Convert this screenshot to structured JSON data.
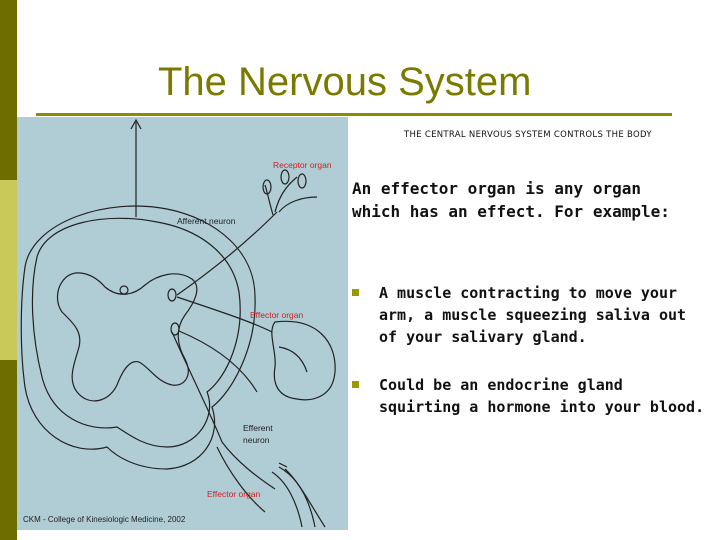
{
  "slide": {
    "title": "The Nervous System",
    "subtitle": "THE CENTRAL NERVOUS SYSTEM CONTROLS THE BODY",
    "intro": "An effector organ is any organ which has an effect. For example:",
    "bullets": [
      "A muscle contracting to move your arm, a muscle squeezing saliva out of your salivary gland.",
      "Could be an endocrine gland squirting a hormone into your blood."
    ],
    "bullet_icon": "square-bullet-icon"
  },
  "figure": {
    "labels": {
      "receptor_organ": "Receptor organ",
      "afferent_neuron": "Afferent neuron",
      "effector_organ_1": "Effector organ",
      "efferent_neuron_line1": "Efferent",
      "efferent_neuron_line2": "neuron",
      "effector_organ_2": "Effector organ"
    },
    "credit": "CKM - College of Kinesiologic Medicine, 2002"
  },
  "colors": {
    "title": "#7a7a00",
    "rule": "#8c8c00",
    "sidebar_dark": "#6e6e00",
    "sidebar_light": "#c9c95a",
    "figure_bg": "#b0cdd5",
    "figure_red_label": "#d02020"
  }
}
